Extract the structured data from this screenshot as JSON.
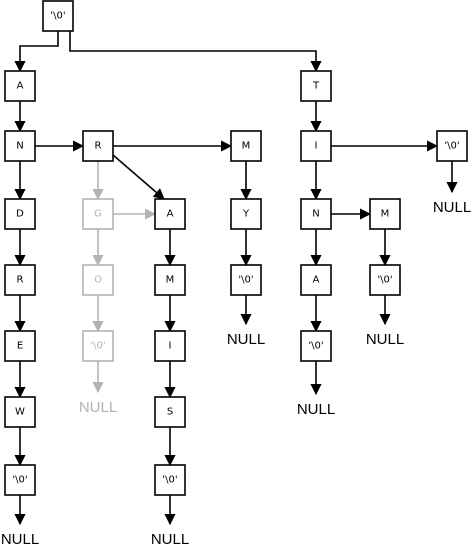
{
  "colors": {
    "normal": "#000000",
    "faded": "#b3b3b3"
  },
  "nodes": [
    {
      "id": "root",
      "label": "'\\0'",
      "faded": false
    },
    {
      "id": "A1",
      "label": "A",
      "faded": false
    },
    {
      "id": "N1",
      "label": "N",
      "faded": false
    },
    {
      "id": "D1",
      "label": "D",
      "faded": false
    },
    {
      "id": "R1",
      "label": "R",
      "faded": false
    },
    {
      "id": "E1",
      "label": "E",
      "faded": false
    },
    {
      "id": "W1",
      "label": "W",
      "faded": false
    },
    {
      "id": "T1",
      "label": "'\\0'",
      "faded": false
    },
    {
      "id": "R2",
      "label": "R",
      "faded": false
    },
    {
      "id": "G1",
      "label": "G",
      "faded": true
    },
    {
      "id": "O1",
      "label": "O",
      "faded": true
    },
    {
      "id": "T2",
      "label": "'\\0'",
      "faded": true
    },
    {
      "id": "A2",
      "label": "A",
      "faded": false
    },
    {
      "id": "M1",
      "label": "M",
      "faded": false
    },
    {
      "id": "I1",
      "label": "I",
      "faded": false
    },
    {
      "id": "S1",
      "label": "S",
      "faded": false
    },
    {
      "id": "T3",
      "label": "'\\0'",
      "faded": false
    },
    {
      "id": "M2",
      "label": "M",
      "faded": false
    },
    {
      "id": "Y1",
      "label": "Y",
      "faded": false
    },
    {
      "id": "T4",
      "label": "'\\0'",
      "faded": false
    },
    {
      "id": "Tt",
      "label": "T",
      "faded": false
    },
    {
      "id": "I2",
      "label": "I",
      "faded": false
    },
    {
      "id": "N2",
      "label": "N",
      "faded": false
    },
    {
      "id": "A3",
      "label": "A",
      "faded": false
    },
    {
      "id": "T5",
      "label": "'\\0'",
      "faded": false
    },
    {
      "id": "M3",
      "label": "M",
      "faded": false
    },
    {
      "id": "T6",
      "label": "'\\0'",
      "faded": false
    },
    {
      "id": "T7",
      "label": "'\\0'",
      "faded": false
    }
  ],
  "edges": [
    {
      "from": "root",
      "to": "A1",
      "faded": false
    },
    {
      "from": "root",
      "to": "Tt",
      "faded": false
    },
    {
      "from": "A1",
      "to": "N1",
      "faded": false
    },
    {
      "from": "N1",
      "to": "D1",
      "faded": false
    },
    {
      "from": "N1",
      "to": "R2",
      "faded": false
    },
    {
      "from": "D1",
      "to": "R1",
      "faded": false
    },
    {
      "from": "R1",
      "to": "E1",
      "faded": false
    },
    {
      "from": "E1",
      "to": "W1",
      "faded": false
    },
    {
      "from": "W1",
      "to": "T1",
      "faded": false
    },
    {
      "from": "R2",
      "to": "G1",
      "faded": true
    },
    {
      "from": "R2",
      "to": "A2",
      "faded": false
    },
    {
      "from": "R2",
      "to": "M2",
      "faded": false
    },
    {
      "from": "G1",
      "to": "A2",
      "faded": true
    },
    {
      "from": "G1",
      "to": "O1",
      "faded": true
    },
    {
      "from": "O1",
      "to": "T2",
      "faded": true
    },
    {
      "from": "A2",
      "to": "M1",
      "faded": false
    },
    {
      "from": "M1",
      "to": "I1",
      "faded": false
    },
    {
      "from": "I1",
      "to": "S1",
      "faded": false
    },
    {
      "from": "S1",
      "to": "T3",
      "faded": false
    },
    {
      "from": "M2",
      "to": "Y1",
      "faded": false
    },
    {
      "from": "Y1",
      "to": "T4",
      "faded": false
    },
    {
      "from": "Tt",
      "to": "I2",
      "faded": false
    },
    {
      "from": "I2",
      "to": "N2",
      "faded": false
    },
    {
      "from": "I2",
      "to": "T7",
      "faded": false
    },
    {
      "from": "N2",
      "to": "A3",
      "faded": false
    },
    {
      "from": "N2",
      "to": "M3",
      "faded": false
    },
    {
      "from": "A3",
      "to": "T5",
      "faded": false
    },
    {
      "from": "M3",
      "to": "T6",
      "faded": false
    }
  ],
  "nulls": [
    {
      "from": "T1",
      "label": "NULL",
      "faded": false
    },
    {
      "from": "T2",
      "label": "NULL",
      "faded": true
    },
    {
      "from": "T3",
      "label": "NULL",
      "faded": false
    },
    {
      "from": "T4",
      "label": "NULL",
      "faded": false
    },
    {
      "from": "T5",
      "label": "NULL",
      "faded": false
    },
    {
      "from": "T6",
      "label": "NULL",
      "faded": false
    },
    {
      "from": "T7",
      "label": "NULL",
      "faded": false
    }
  ]
}
